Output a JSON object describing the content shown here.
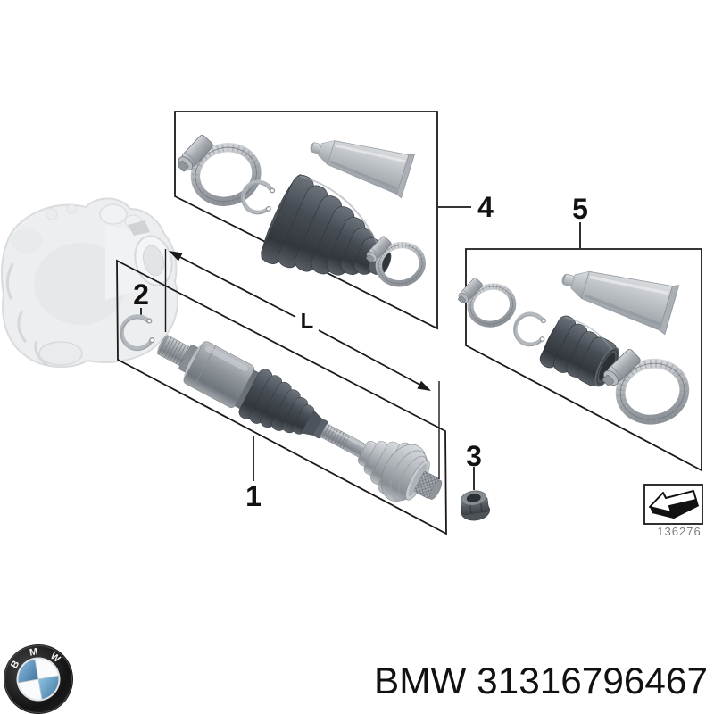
{
  "figure": {
    "background": "#ffffff",
    "line_color": "#1a1a1a"
  },
  "callouts": [
    {
      "number": "1"
    },
    {
      "number": "2"
    },
    {
      "number": "3"
    },
    {
      "number": "4"
    },
    {
      "number": "5"
    }
  ],
  "dimension": {
    "label": "L"
  },
  "ref_box": {
    "code": "136276"
  },
  "logo": {
    "letters": [
      "B",
      "M",
      "W"
    ],
    "blue": "#5e93c2"
  },
  "footer": {
    "title": "BMW 31316796467"
  }
}
